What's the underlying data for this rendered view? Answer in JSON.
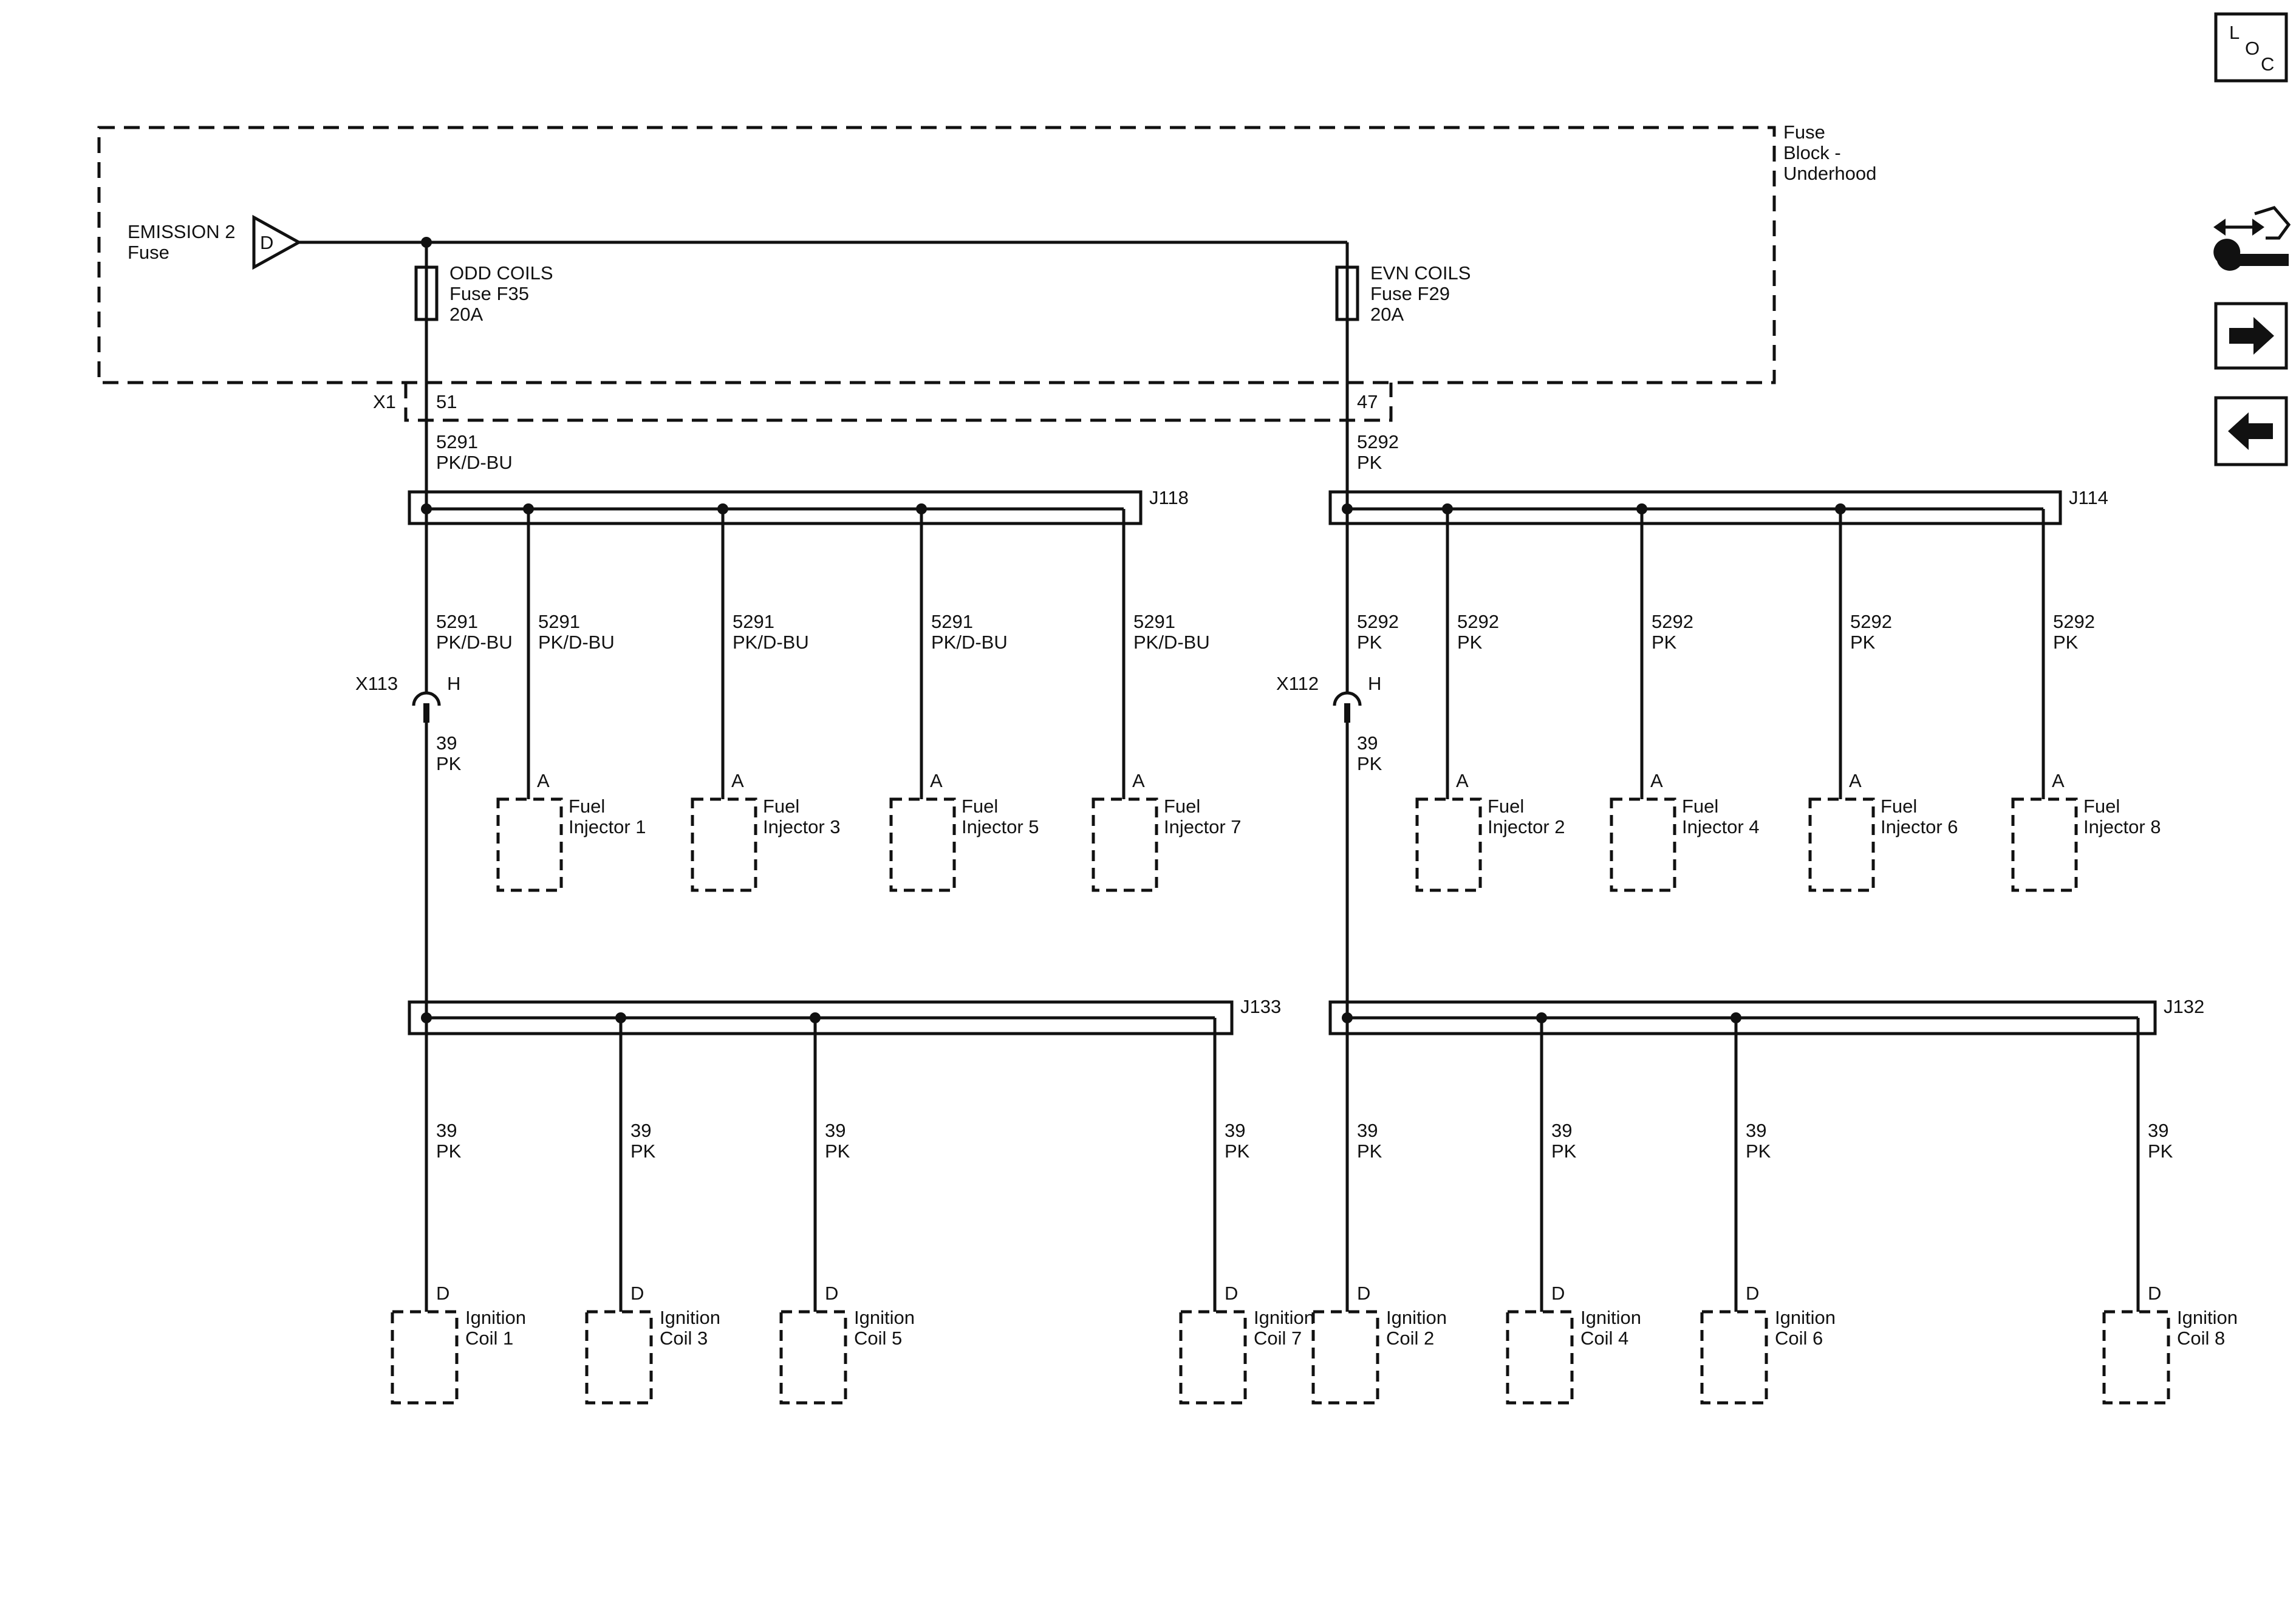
{
  "fuse_block": {
    "label_lines": [
      "Fuse",
      "Block -",
      "Underhood"
    ],
    "source": {
      "label_lines": [
        "EMISSION 2",
        "Fuse"
      ],
      "pin": "D"
    },
    "fuses": [
      {
        "lines": [
          "ODD COILS",
          "Fuse F35",
          "20A"
        ]
      },
      {
        "lines": [
          "EVN COILS",
          "Fuse F29",
          "20A"
        ]
      }
    ]
  },
  "connector_x1": {
    "name": "X1",
    "pins": [
      "51",
      "47"
    ]
  },
  "feed_wires": [
    {
      "circuit": "5291",
      "color": "PK/D-BU"
    },
    {
      "circuit": "5292",
      "color": "PK"
    }
  ],
  "injector_splices": [
    {
      "name": "J118",
      "circuit": "5291",
      "color": "PK/D-BU",
      "injectors": [
        "1",
        "3",
        "5",
        "7"
      ]
    },
    {
      "name": "J114",
      "circuit": "5292",
      "color": "PK",
      "injectors": [
        "2",
        "4",
        "6",
        "8"
      ]
    }
  ],
  "inline_connectors": [
    {
      "name": "X113",
      "pin": "H",
      "circuit": "39",
      "color": "PK"
    },
    {
      "name": "X112",
      "pin": "H",
      "circuit": "39",
      "color": "PK"
    }
  ],
  "injector_pin": "A",
  "injector_label": [
    "Fuel",
    "Injector"
  ],
  "coil_splices": [
    {
      "name": "J133",
      "circuit": "39",
      "color": "PK",
      "coils": [
        "1",
        "3",
        "5",
        "7"
      ]
    },
    {
      "name": "J132",
      "circuit": "39",
      "color": "PK",
      "coils": [
        "2",
        "4",
        "6",
        "8"
      ]
    }
  ],
  "coil_pin": "D",
  "coil_label": [
    "Ignition",
    "Coil"
  ],
  "side_icons": {
    "loc": {
      "letters": [
        "L",
        "O",
        "C"
      ],
      "icon": "location-icon"
    },
    "service": {
      "icon": "connector-service-icon"
    },
    "next": {
      "icon": "arrow-right-icon"
    },
    "prev": {
      "icon": "arrow-left-icon"
    }
  }
}
